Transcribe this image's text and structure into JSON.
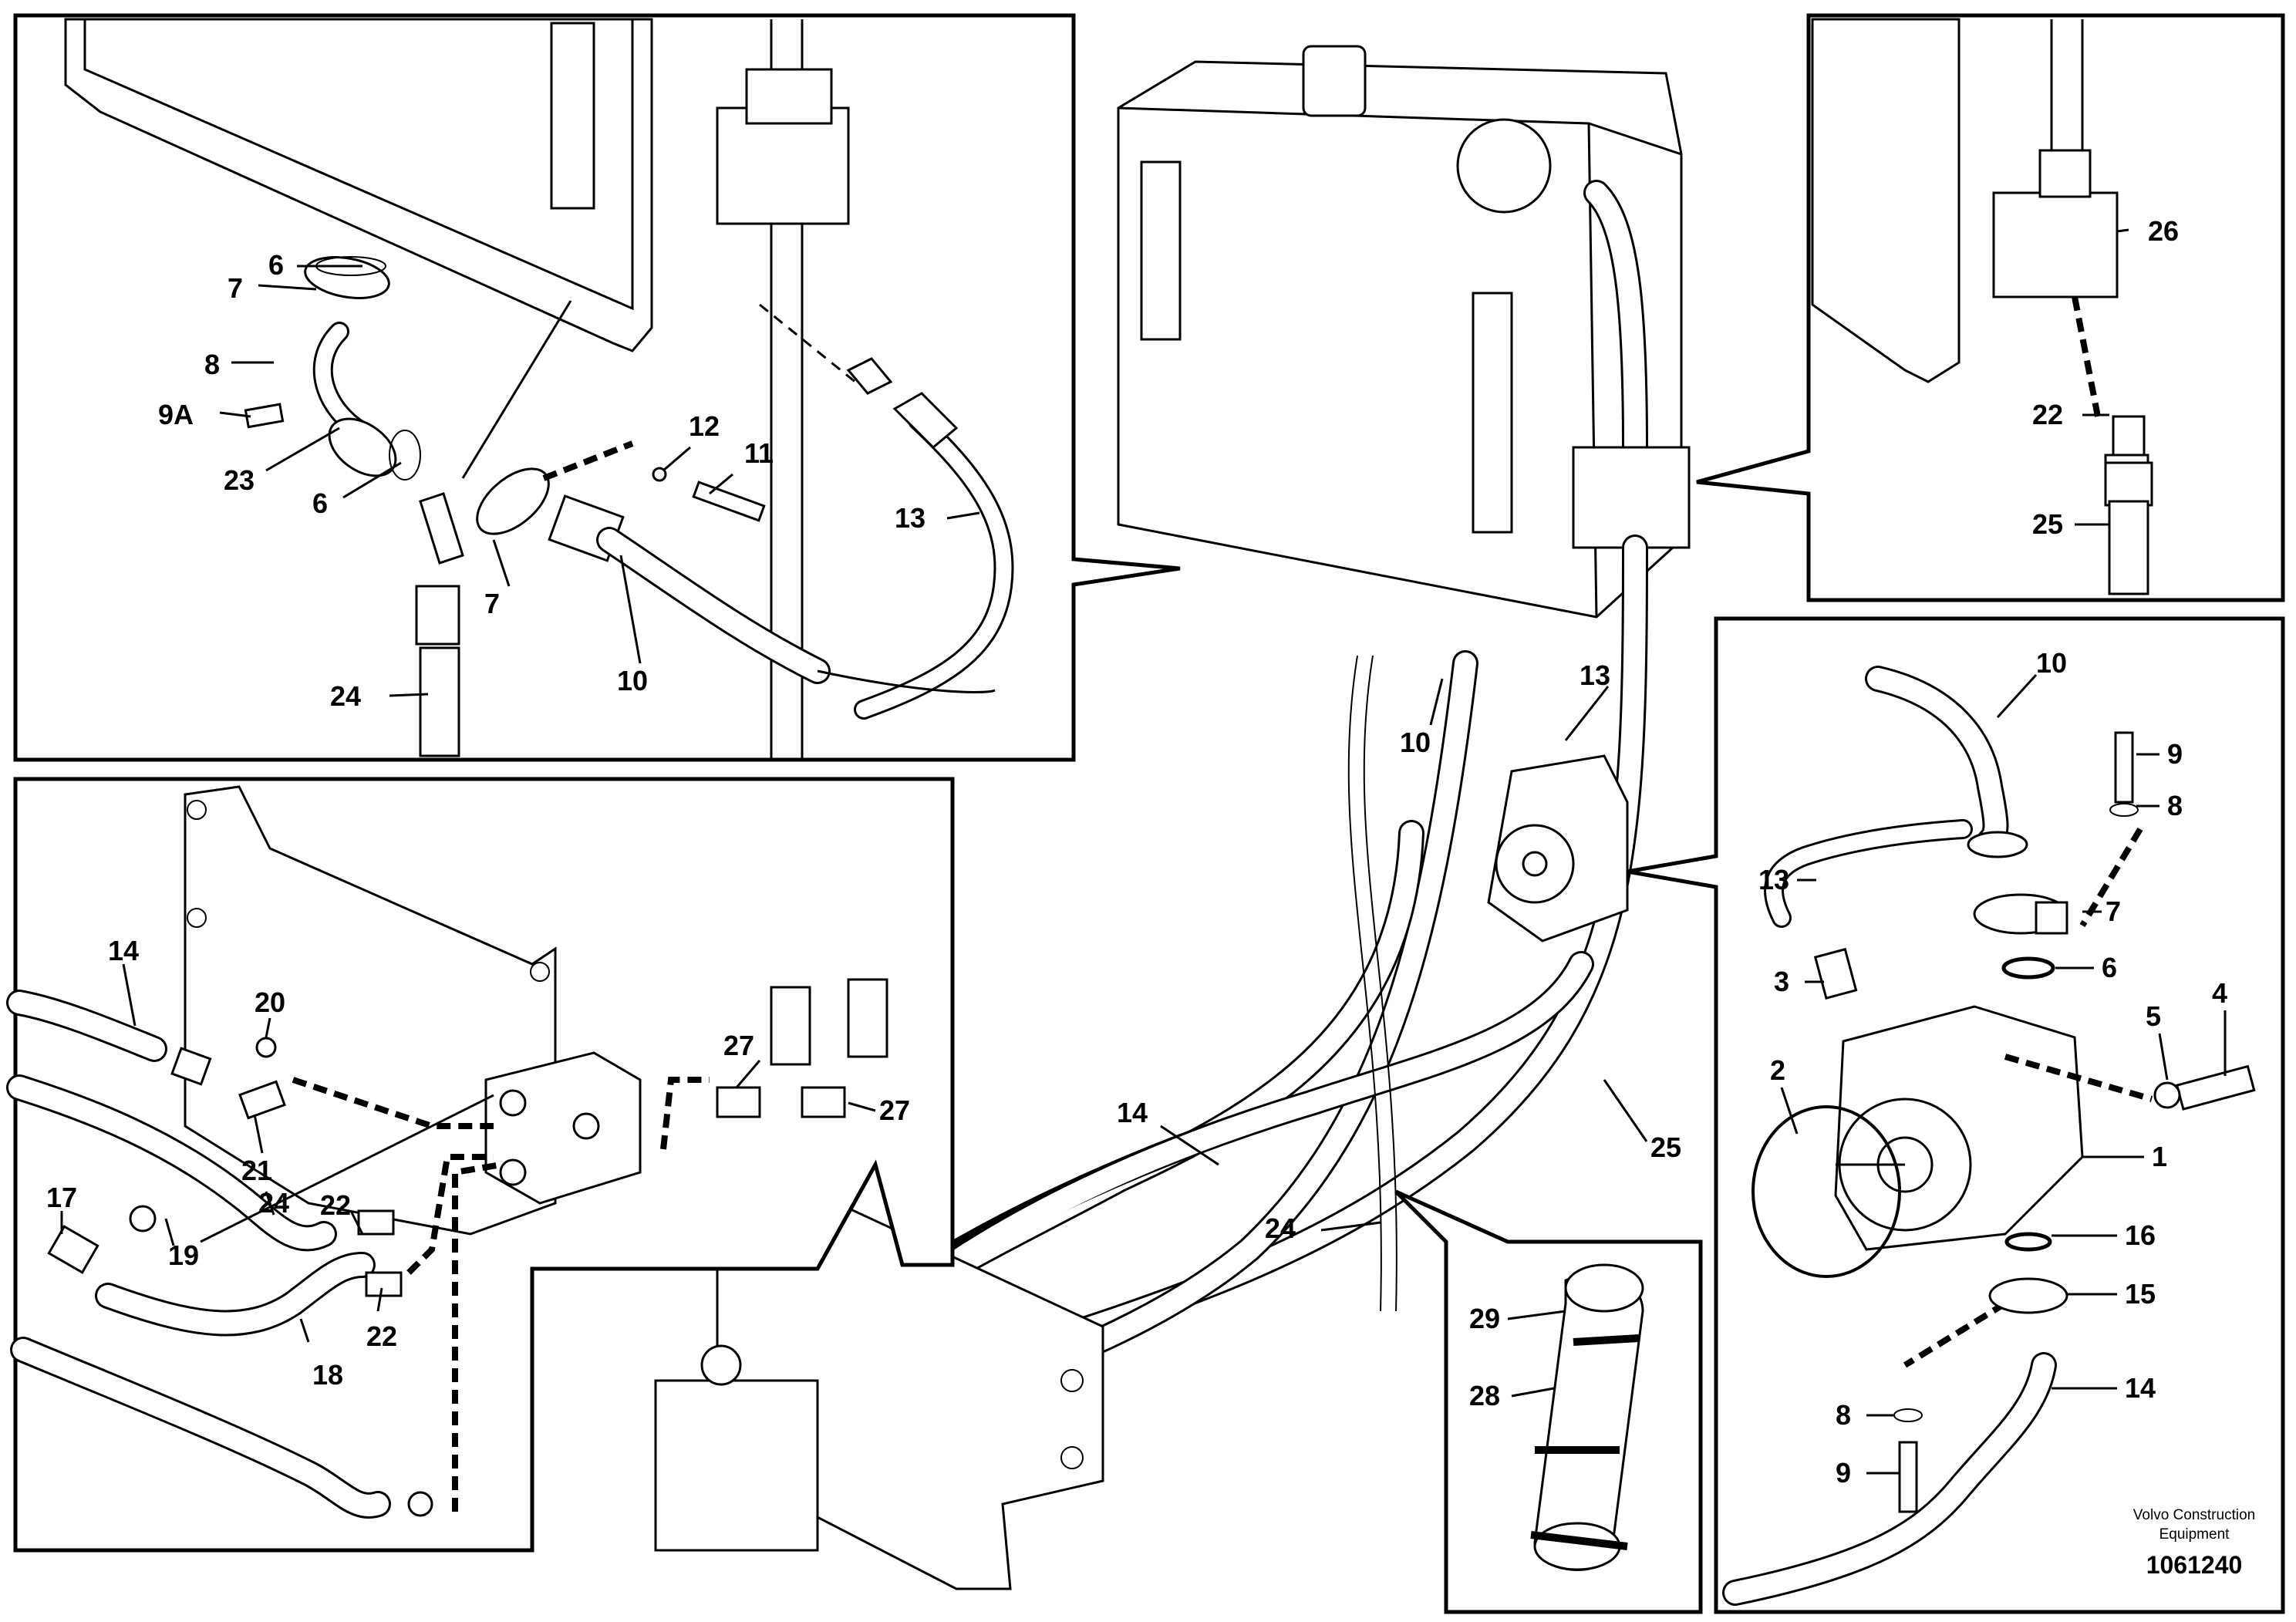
{
  "callouts": {
    "top_left_detail": [
      "6",
      "7",
      "8",
      "9A",
      "23",
      "6",
      "7",
      "24",
      "10",
      "12",
      "11",
      "13"
    ],
    "top_right_detail": [
      "26",
      "22",
      "25"
    ],
    "main_view": [
      "13",
      "10",
      "14",
      "24",
      "25"
    ],
    "bottom_left_detail": [
      "14",
      "20",
      "21",
      "24",
      "22",
      "17",
      "19",
      "18",
      "22",
      "27",
      "27"
    ],
    "bottom_center_detail": [
      "29",
      "28"
    ],
    "right_detail": [
      "10",
      "9",
      "8",
      "13",
      "7",
      "3",
      "6",
      "5",
      "4",
      "2",
      "1",
      "16",
      "15",
      "14",
      "8",
      "9"
    ]
  },
  "footer": {
    "brand_line1": "Volvo Construction",
    "brand_line2": "Equipment",
    "doc_number": "1061240"
  }
}
